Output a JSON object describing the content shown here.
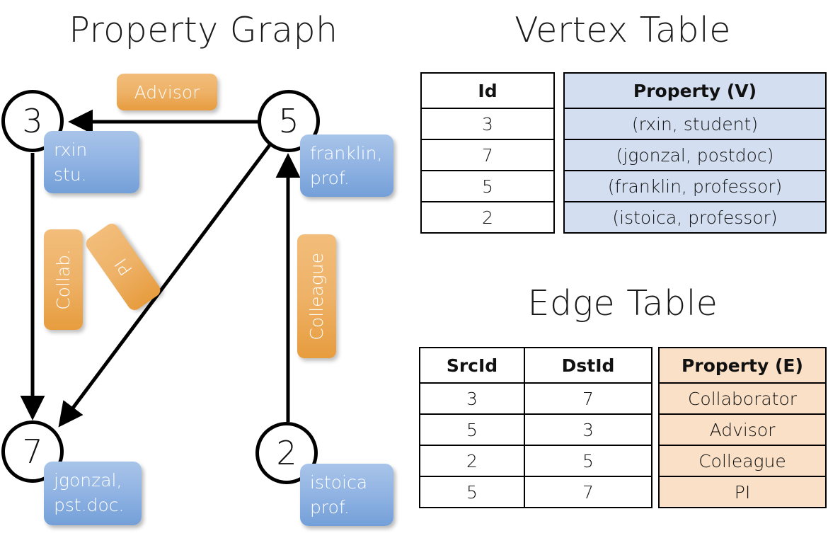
{
  "titles": {
    "property_graph": "Property Graph",
    "vertex_table": "Vertex Table",
    "edge_table": "Edge Table"
  },
  "graph": {
    "nodes": [
      {
        "id": "3",
        "property": "rxin\nstu."
      },
      {
        "id": "5",
        "property": "franklin,\nprof."
      },
      {
        "id": "7",
        "property": "jgonzal,\npst.doc."
      },
      {
        "id": "2",
        "property": "istoica\nprof."
      }
    ],
    "node_labels": {
      "n3": "3",
      "n5": "5",
      "n7": "7",
      "n2": "2"
    },
    "property_boxes": {
      "rxin_line1": "rxin",
      "rxin_line2": "stu.",
      "franklin_line1": "franklin,",
      "franklin_line2": "prof.",
      "jgonzal_line1": "jgonzal,",
      "jgonzal_line2": "pst.doc.",
      "istoica_line1": "istoica",
      "istoica_line2": "prof."
    },
    "edge_labels": {
      "advisor": "Advisor",
      "collab": "Collab.",
      "pi": "PI",
      "colleague": "Colleague"
    },
    "edges": [
      {
        "from": "5",
        "to": "3",
        "label": "Advisor"
      },
      {
        "from": "3",
        "to": "7",
        "label": "Collab."
      },
      {
        "from": "5",
        "to": "7",
        "label": "PI"
      },
      {
        "from": "2",
        "to": "5",
        "label": "Colleague"
      }
    ]
  },
  "vertex_table": {
    "columns": [
      "Id",
      "Property (V)"
    ],
    "rows": [
      {
        "id": "3",
        "property": "(rxin, student)"
      },
      {
        "id": "7",
        "property": "(jgonzal, postdoc)"
      },
      {
        "id": "5",
        "property": "(franklin, professor)"
      },
      {
        "id": "2",
        "property": "(istoica, professor)"
      }
    ]
  },
  "edge_table": {
    "columns": [
      "SrcId",
      "DstId",
      "Property (E)"
    ],
    "rows": [
      {
        "src": "3",
        "dst": "7",
        "property": "Collaborator"
      },
      {
        "src": "5",
        "dst": "3",
        "property": "Advisor"
      },
      {
        "src": "2",
        "dst": "5",
        "property": "Colleague"
      },
      {
        "src": "5",
        "dst": "7",
        "property": "PI"
      }
    ]
  },
  "colors": {
    "vertex_property_fill": "#d3dff1",
    "edge_property_fill": "#fae0c6",
    "node_property_box": "#93b5e4",
    "edge_label_box": "#eeb268",
    "stroke": "#000000",
    "background": "#ffffff"
  }
}
